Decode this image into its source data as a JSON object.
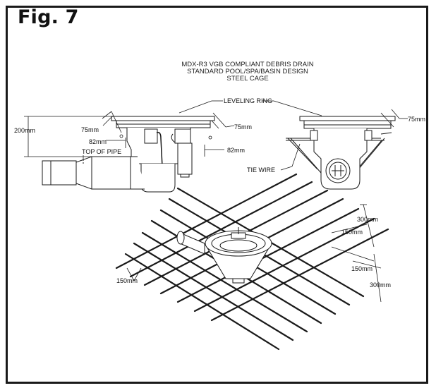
{
  "figure": {
    "title": "Fig. 7",
    "caption_lines": [
      "MDX-R3 VGB COMPLIANT DEBRIS DRAIN",
      "STANDARD POOL/SPA/BASIN DESIGN",
      "STEEL CAGE"
    ]
  },
  "labels": {
    "leveling_ring": "LEVELING RING",
    "top_of_pipe": "TOP OF PIPE",
    "tie_wire": "TIE WIRE"
  },
  "dimensions": {
    "height_200": "200mm",
    "left_75": "75mm",
    "left_82": "82mm",
    "right_75": "75mm",
    "right_82": "82mm",
    "front_75": "75mm",
    "grid_300_top": "300mm",
    "grid_150_top": "150mm",
    "grid_150_right": "150mm",
    "grid_300_right": "300mm",
    "grid_150_left": "150mm"
  },
  "colors": {
    "line": "#1a1a1a",
    "background": "#ffffff"
  }
}
